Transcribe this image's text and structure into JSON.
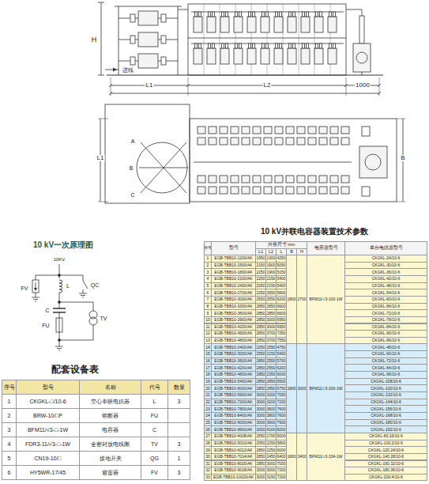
{
  "diagram": {
    "labels": [
      "H",
      "进线",
      "L1",
      "L2",
      "1000",
      "A",
      "B",
      "C",
      "L1",
      "B",
      "10 kV一次原理图",
      "10KV",
      "FV",
      "L",
      "QC",
      "C",
      "FU",
      "TV",
      "配套设备表",
      "序号",
      "型号",
      "名称",
      "代号",
      "数量",
      "1",
      "CKGKL-□/10-6",
      "空心串联电抗器",
      "L",
      "3",
      "2",
      "BRW-10/□P",
      "熔断器",
      "FU",
      "3",
      "BFM11/√3-□-1W",
      "电容器",
      "C",
      "4",
      "FDR3-11/√3-□-1W",
      "全密封放电线圈",
      "TV",
      "3",
      "5",
      "CN19-10/□",
      "接地开关",
      "QG",
      "1",
      "6",
      "HY5WR-17/45",
      "避雷器",
      "FV",
      "3",
      "10 kV并联电容器装置技术参数",
      "序号",
      "型号",
      "外形尺寸 mm",
      "电容器型号",
      "单台电抗器型号",
      "L1",
      "L2",
      "L",
      "B",
      "H",
      "1",
      "EGB-TBB10-1200/AK",
      "1950",
      "1300",
      "4250",
      "1800",
      "2700",
      "BFM11/√3-100-1W",
      "CKGKL-24/10-6",
      "2",
      "EGB-TBB10-1500/AK",
      "2150",
      "1900",
      "5050",
      "CKGKL-30/10-6",
      "3",
      "EGB-TBB10-1800/AK",
      "2250",
      "1900",
      "5150",
      "CKGKL-36/10-6",
      "4",
      "EGB-TBB10-2100/AK",
      "2250",
      "2150",
      "5400",
      "CKGKL-42/10-6",
      "5",
      "EGB-TBB10-2400/AK",
      "2250",
      "2150",
      "5400",
      "CKGKL-48/10-6",
      "6",
      "EGB-TBB10-2700/AK",
      "2250",
      "2550",
      "5800",
      "CKGKL-54/10-6",
      "7",
      "EGB-TBB10-3000/AK",
      "2550",
      "2550",
      "6200",
      "CKGKL-60/10-6",
      "8",
      "EGB-TBB10-3300/AK",
      "2850",
      "2850",
      "6600",
      "CKGKL-66/10-6",
      "9",
      "EGB-TBB10-3600/AK",
      "2850",
      "2850",
      "6600",
      "CKGKL-72/10-6",
      "10",
      "EGB-TBB10-3900/AK",
      "2850",
      "3000",
      "6950",
      "CKGKL-78/10-6",
      "11",
      "EGB-TBB10-4200/AK",
      "2850",
      "3000",
      "6950",
      "CKGKL-84/10-6",
      "12",
      "EGB-TBB10-4500/AK",
      "2850",
      "3700",
      "7250",
      "CKGKL-90/10-6",
      "13",
      "EGB-TBB10-4800/AK",
      "2850",
      "3700",
      "7550",
      "CKGKL-96/10-6",
      "14",
      "EGB-TBB10-2400/AK",
      "2250",
      "1550",
      "4750",
      "1800",
      "3000",
      "BFM11/√3-200-1W",
      "CKGKL-48/10-6",
      "15",
      "EGB-TBB10-3000/AK",
      "2550",
      "2150",
      "5400",
      "CKGKL-60/10-6",
      "16",
      "EGB-TBB10-3600/AK",
      "2850",
      "2550",
      "5700",
      "CKGKL-72/10-6",
      "17",
      "EGB-TBB10-4200/AK",
      "2850",
      "2550",
      "6200",
      "CKGKL-84/10-6",
      "18",
      "EGB-TBB10-4800/AK",
      "2850",
      "2350",
      "6000",
      "CKGKL-96/10-6",
      "19",
      "EGB-TBB10-5400/AK",
      "2850",
      "2850",
      "6500",
      "CKGKL-108/10-6",
      "20",
      "EGB-TBB10-6000/AK",
      "2850",
      "2850",
      "6750",
      "CKGKL-120/10-6",
      "21",
      "EGB-TBB10-6600/AK",
      "3000",
      "3200",
      "7000",
      "CKGKL-132/10-6",
      "22",
      "EGB-TBB10-7200/AK",
      "3000",
      "3200",
      "7200",
      "CKGKL-144/10-6",
      "23",
      "EGB-TBB10-7800/AK",
      "3000",
      "3600",
      "7600",
      "CKGKL-156/10-6",
      "24",
      "EGB-TBB10-8400/AK",
      "3000",
      "3800",
      "7600",
      "CKGKL-168/10-6",
      "25",
      "EGB-TBB10-9000/AK",
      "3000",
      "3900",
      "7900",
      "CKGKL-180/10-6",
      "26",
      "EGB-TBB10-9600/AK",
      "3000",
      "4100",
      "8200",
      "CKGKL-192/10-6",
      "27",
      "EGB-TBB10-4008/AK",
      "2550",
      "1700",
      "5000",
      "1800",
      "3400",
      "BFM11/√3-334-1W",
      "CKGKL-80.16/10-6",
      "28",
      "EGB-TBB10-5010/AK",
      "2550",
      "2250",
      "5800",
      "CKGKL-100.2/10-6",
      "29",
      "EGB-TBB10-6012/AK",
      "2850",
      "2250",
      "6000",
      "CKGKL-120.24/10-6",
      "30",
      "EGB-TBB10-7014/AK",
      "2850",
      "2450",
      "6400",
      "CKGKL-140.28/10-6",
      "31",
      "EGB-TBB10-8016/AK",
      "2850",
      "3000",
      "7000",
      "CKGKL-160.32/10-6",
      "32",
      "EGB-TBB10-9018/AK",
      "3000",
      "3000",
      "7200",
      "CKGKL-180.36/10-6",
      "33",
      "EGB-TBB10-10020/AK",
      "3000",
      "3150",
      "7200",
      "CKGKL-200.4/10-6"
    ]
  }
}
